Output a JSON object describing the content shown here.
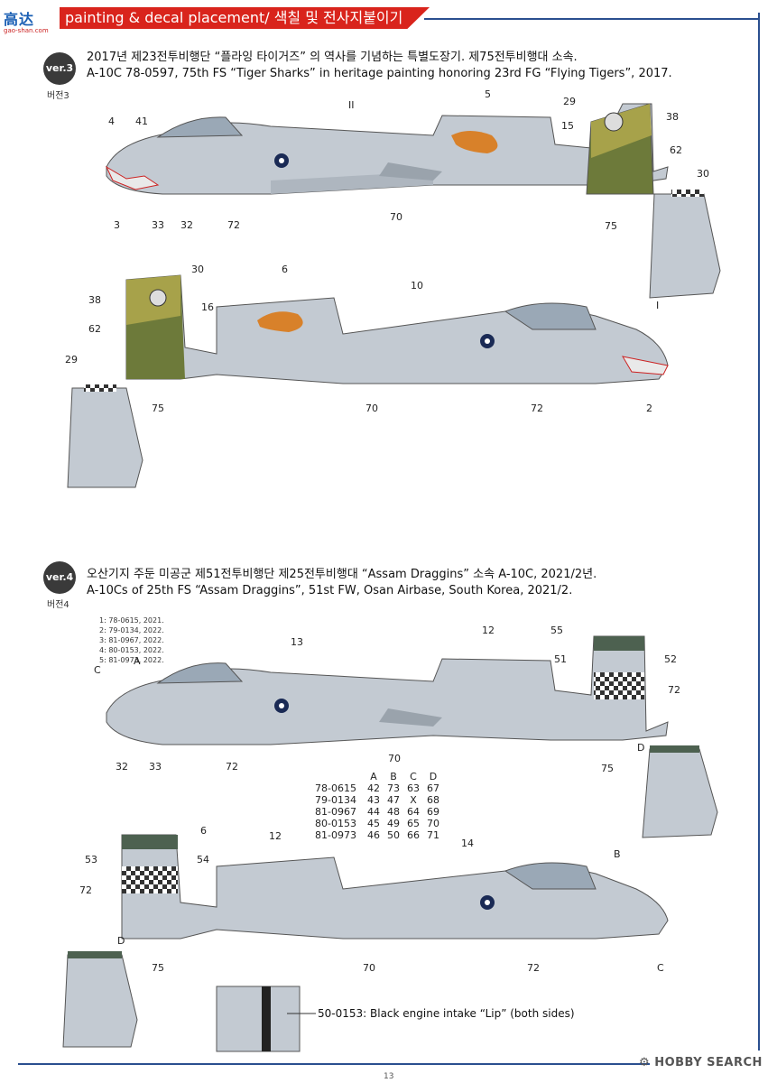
{
  "header": {
    "logo_text": "高达",
    "logo_sub": "gao-shan.com",
    "banner": "painting & decal placement/ 색칠 및 전사지붙이기"
  },
  "ver3": {
    "badge": "ver.3",
    "label": "버전3",
    "title_ko": "2017년 제23전투비행단 “플라잉 타이거즈” 의 역사를 기념하는 특별도장기. 제75전투비행대 소속.",
    "title_en": "A-10C 78-0597, 75th FS “Tiger Sharks” in heritage painting honoring 23rd FG “Flying Tigers”, 2017.",
    "callouts_top": [
      "4",
      "41",
      "II",
      "5",
      "29",
      "15",
      "38",
      "62",
      "30",
      "3",
      "33",
      "32",
      "72",
      "70",
      "75"
    ],
    "callouts_bottom": [
      "30",
      "6",
      "38",
      "16",
      "10",
      "I",
      "62",
      "29",
      "75",
      "70",
      "72",
      "2"
    ]
  },
  "ver4": {
    "badge": "ver.4",
    "label": "버전4",
    "title_ko": "오산기지 주둔 미공군 제51전투비행단 제25전투비행대 “Assam Draggins” 소속 A-10C, 2021/2년.",
    "title_en": "A-10Cs of 25th FS “Assam Draggins”, 51st FW, Osan Airbase, South Korea, 2021/2.",
    "dates": [
      "1: 78-0615, 2021.",
      "2: 79-0134, 2022.",
      "3: 81-0967, 2022.",
      "4: 80-0153, 2022.",
      "5: 81-0973, 2022."
    ],
    "callouts_top": [
      "55",
      "12",
      "13",
      "A",
      "51",
      "52",
      "C",
      "72",
      "32",
      "33",
      "72",
      "70",
      "D",
      "75"
    ],
    "callouts_bottom": [
      "6",
      "12",
      "14",
      "53",
      "54",
      "B",
      "72",
      "D",
      "75",
      "70",
      "72",
      "C"
    ],
    "code_table": {
      "headers": [
        "",
        "A",
        "B",
        "C",
        "D"
      ],
      "rows": [
        [
          "78-0615",
          "42",
          "73",
          "63",
          "67"
        ],
        [
          "79-0134",
          "43",
          "47",
          "X",
          "68"
        ],
        [
          "81-0967",
          "44",
          "48",
          "64",
          "69"
        ],
        [
          "80-0153",
          "45",
          "49",
          "65",
          "70"
        ],
        [
          "81-0973",
          "46",
          "50",
          "66",
          "71"
        ]
      ]
    },
    "note": "50-0153: Black engine intake “Lip” (both sides)"
  },
  "footer": {
    "page": "13",
    "watermark": "HOBBY SEARCH"
  },
  "colors": {
    "banner_red": "#d9241c",
    "rule_blue": "#2a4f8f",
    "aircraft_grey": "#b9c0c8",
    "aircraft_light": "#cfd5dc",
    "tail_olive": "#8e8a3a",
    "tail_green": "#5a6e3a",
    "tail_dark_green": "#4d6150"
  }
}
